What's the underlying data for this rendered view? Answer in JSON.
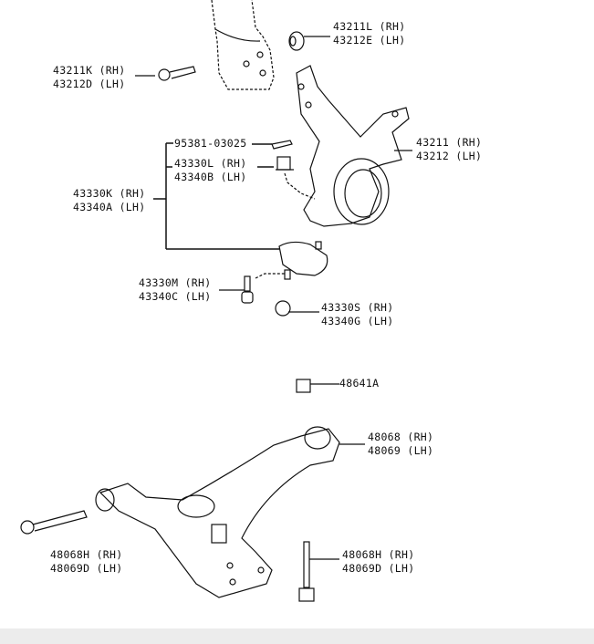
{
  "callouts": {
    "strut_nut": {
      "rh": "43211L (RH)",
      "lh": "43212E (LH)"
    },
    "strut_bolt": {
      "rh": "43211K (RH)",
      "lh": "43212D (LH)"
    },
    "cotter_pin": "95381-03025",
    "ball_joint_nut": {
      "rh": "43330L (RH)",
      "lh": "43340B (LH)"
    },
    "ball_joint_assy": {
      "rh": "43330K (RH)",
      "lh": "43340A (LH)"
    },
    "steering_knuckle": {
      "rh": "43211 (RH)",
      "lh": "43212 (LH)"
    },
    "ball_joint_bolt": {
      "rh": "43330M (RH)",
      "lh": "43340C (LH)"
    },
    "ball_joint_nut_lower": {
      "rh": "43330S (RH)",
      "lh": "43340G (LH)"
    },
    "arm_nut": "48641A",
    "lower_arm": {
      "rh": "48068 (RH)",
      "lh": "48069 (LH)"
    },
    "arm_bolt_front": {
      "rh": "48068H (RH)",
      "lh": "48069D (LH)"
    },
    "arm_bolt_rear": {
      "rh": "48068H (RH)",
      "lh": "48069D (LH)"
    }
  }
}
